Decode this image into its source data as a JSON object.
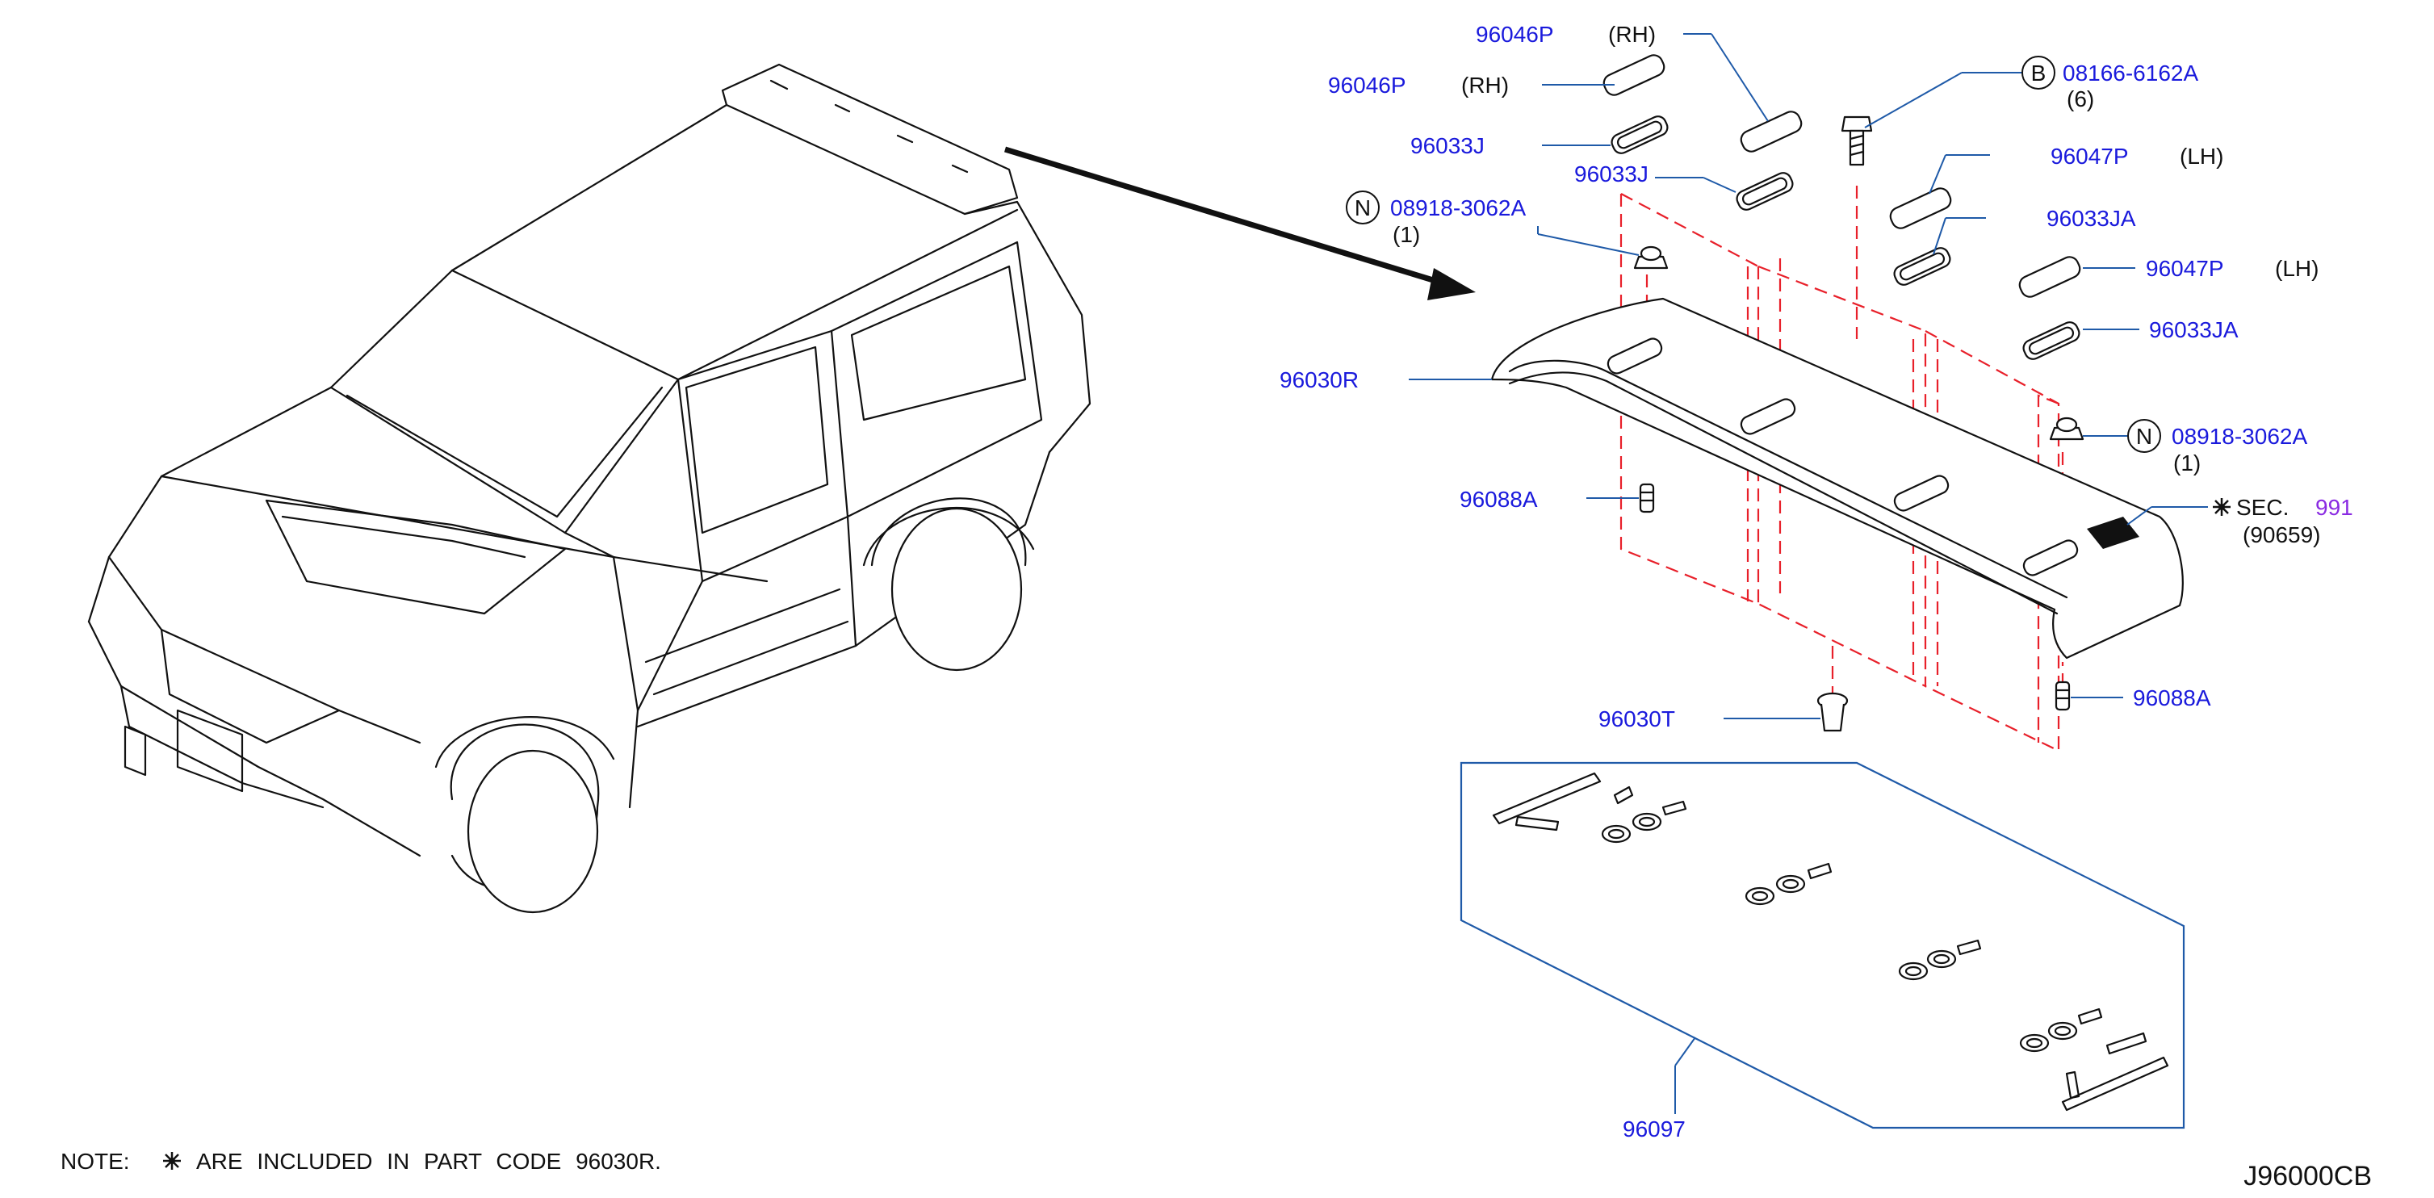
{
  "labels": {
    "p96046p_top": "96046P",
    "rh_top": "(RH)",
    "p96046p_2": "96046P",
    "rh_2": "(RH)",
    "p96033j_1": "96033J",
    "p96033j_2": "96033J",
    "n_symbol_1": "N",
    "p08918_1": "08918-3062A",
    "qty_1": "(1)",
    "b_symbol": "B",
    "p08166": "08166-6162A",
    "qty_6": "(6)",
    "p96047p_1": "96047P",
    "lh_1": "(LH)",
    "p96033ja_1": "96033JA",
    "p96047p_2": "96047P",
    "lh_2": "(LH)",
    "p96033ja_2": "96033JA",
    "n_symbol_2": "N",
    "p08918_2": "08918-3062A",
    "qty_1b": "(1)",
    "p96030r": "96030R",
    "p96088a_1": "96088A",
    "sec": "SEC.",
    "sec_num": "991",
    "sec_sub": "(90659)",
    "p96088a_2": "96088A",
    "p96030t": "96030T",
    "p96097": "96097"
  },
  "note": {
    "prefix": "NOTE:",
    "text": "ARE INCLUDED IN PART CODE 96030R."
  },
  "diagram_code": "J96000CB",
  "icons": {
    "asterisk": "asterisk-flower-icon"
  },
  "colors": {
    "part_number": "#1a1adc",
    "leader": "#1f5aa8",
    "phantom_dash": "#e8202a",
    "section_ref": "#8a2be2"
  }
}
